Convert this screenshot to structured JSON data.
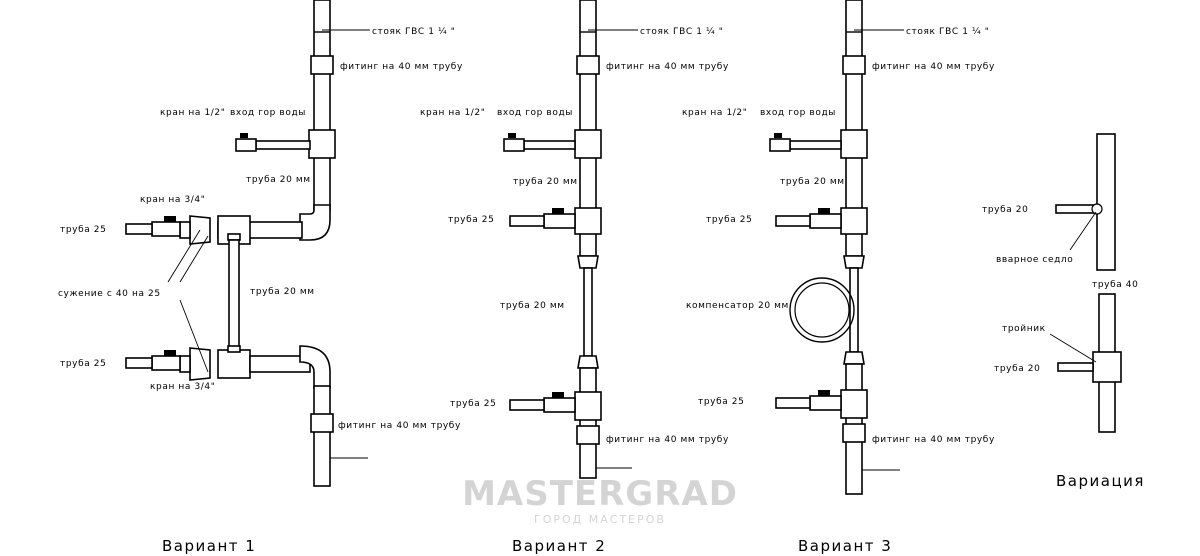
{
  "watermark": {
    "brand": "MASTERGRAD",
    "tagline": "ГОРОД МАСТЕРОВ"
  },
  "variant1": {
    "caption": "Вариант 1",
    "riser": "стояк ГВС 1 ¼ \"",
    "fitting_top": "фитинг на 40 мм трубу",
    "valve_half": "кран на 1/2\"",
    "hot_inlet": "вход гор воды",
    "pipe20_top": "труба 20 мм",
    "valve_34_top": "кран на 3/4\"",
    "pipe25_top": "труба 25",
    "reducer": "сужение с 40 на 25",
    "pipe20_mid": "труба 20 мм",
    "pipe25_bottom": "труба 25",
    "valve_34_bottom": "кран на 3/4\"",
    "fitting_bottom": "фитинг на 40 мм трубу"
  },
  "variant2": {
    "caption": "Вариант 2",
    "riser": "стояк ГВС 1 ¼ \"",
    "fitting_top": "фитинг на 40 мм трубу",
    "valve_half": "кран на 1/2\"",
    "hot_inlet": "вход гор воды",
    "pipe20_top": "труба 20 мм",
    "pipe25_top": "труба 25",
    "pipe20_mid": "труба 20 мм",
    "pipe25_bottom": "труба 25",
    "fitting_bottom": "фитинг на 40 мм трубу"
  },
  "variant3": {
    "caption": "Вариант 3",
    "riser": "стояк ГВС 1 ¼ \"",
    "fitting_top": "фитинг на 40 мм трубу",
    "valve_half": "кран на 1/2\"",
    "hot_inlet": "вход гор воды",
    "pipe20_top": "труба 20 мм",
    "pipe25_top": "труба 25",
    "compensator": "компенсатор 20 мм",
    "pipe25_bottom": "труба 25",
    "fitting_bottom": "фитинг на 40 мм трубу"
  },
  "variation": {
    "caption": "Вариация",
    "pipe20_a": "труба 20",
    "saddle": "вварное седло",
    "pipe40": "труба 40",
    "tee": "тройник",
    "pipe20_b": "труба 20"
  }
}
